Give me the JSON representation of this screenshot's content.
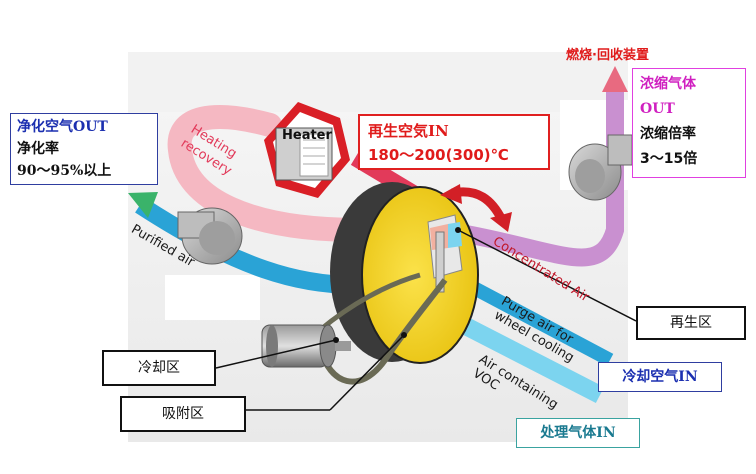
{
  "colors": {
    "purified_air": "#2aa3d6",
    "concentrated": "#c990d0",
    "heating": "#f5b8c2",
    "regeneration_in": "#e23a5a",
    "air_voc": "#7cd4ef",
    "wheel_yellow": "#f5d327",
    "wheel_dark": "#3a3a3a",
    "red_border": "#e02020",
    "blue_border": "#2f3ea0",
    "magenta_border": "#e040e0",
    "title_blue": "#1b2fb0",
    "title_red": "#e01b1b",
    "title_magenta": "#d020c0"
  },
  "top_label": "燃烧·回收装置",
  "purified_box": {
    "line1": "净化空气OUT",
    "line2": "净化率",
    "line3": "90～95%以上"
  },
  "regen_in_box": {
    "line1": "再生空気IN",
    "line2": "180～200(300)℃"
  },
  "concentrated_box": {
    "line1": "浓缩气体",
    "line2": "OUT",
    "line3": "浓缩倍率",
    "line4": "3～15倍"
  },
  "heater_label": "Heater",
  "flow_labels": {
    "heating_recovery_1": "Heating",
    "heating_recovery_2": "recovery",
    "purified_air": "Purified air",
    "concentrated_air": "Concentrated Air",
    "purge_1": "Purge air for",
    "purge_2": "wheel cooling",
    "voc_1": "Air containing",
    "voc_2": "VOC"
  },
  "zone_labels": {
    "regen_zone": "再生区",
    "cooling_zone": "冷却区",
    "adsorption_zone": "吸附区"
  },
  "inlet_labels": {
    "cooling_in": "冷却空气IN",
    "process_in": "处理气体IN"
  }
}
